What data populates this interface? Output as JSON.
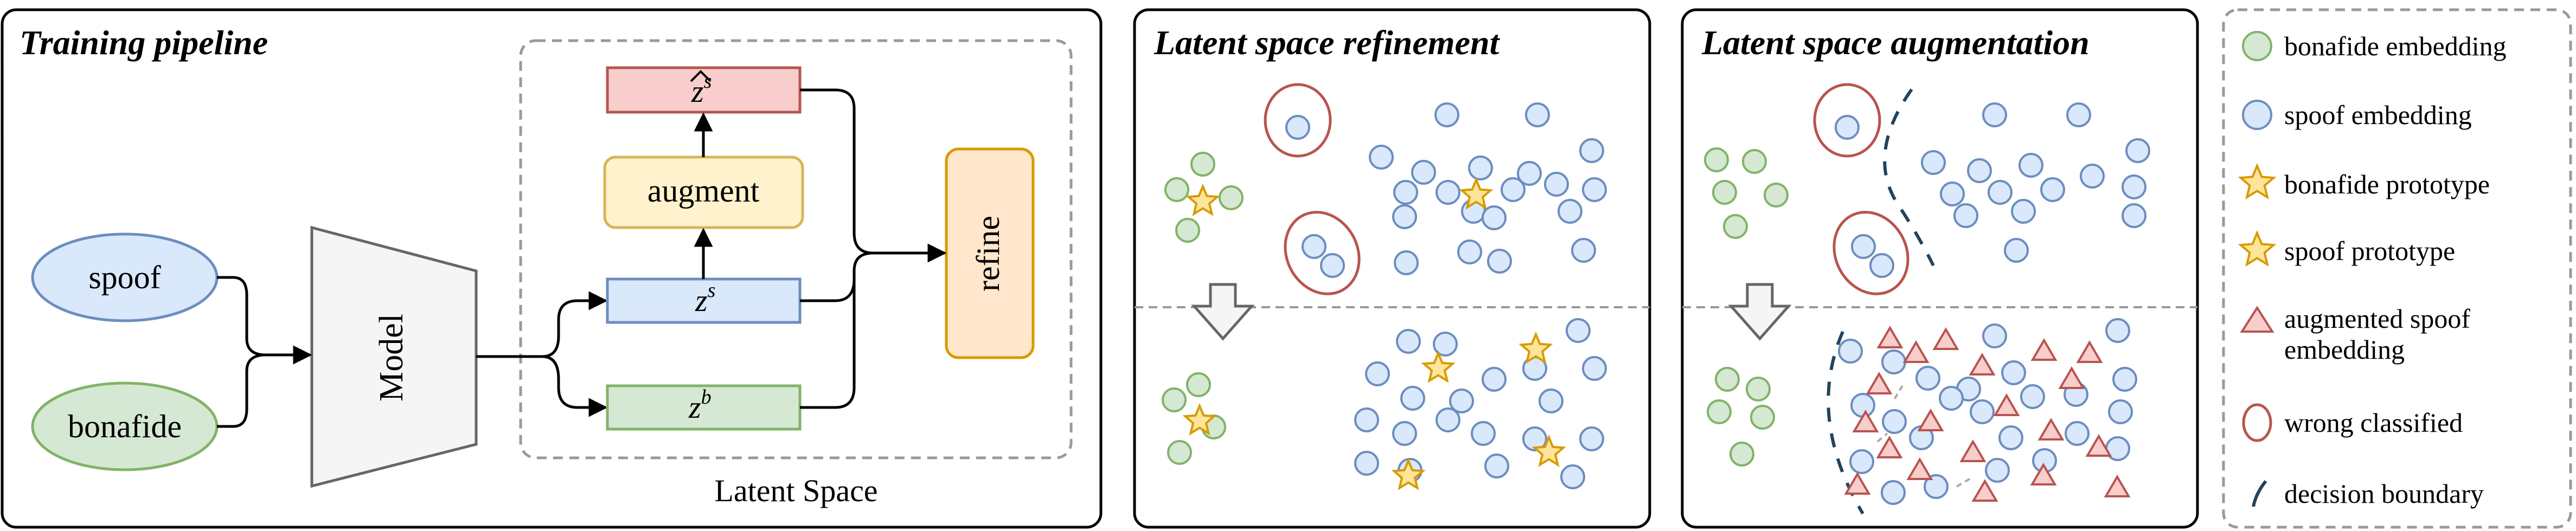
{
  "training": {
    "title": "Training pipeline",
    "input_spoof": "spoof",
    "input_bonafide": "bonafide",
    "model": "Model",
    "augment": "augment",
    "refine": "refine",
    "latent_space": "Latent Space",
    "z_hat_s": "s",
    "z_s": "s",
    "z_b": "b",
    "z_symbol": "z"
  },
  "refinement": {
    "title": "Latent space refinement"
  },
  "augmentation": {
    "title": "Latent space augmentation"
  },
  "legend": {
    "bonafide_embedding": "bonafide embedding",
    "spoof_embedding": "spoof embedding",
    "bonafide_prototype": "bonafide prototype",
    "spoof_prototype": "spoof prototype",
    "augmented_line1": "augmented spoof",
    "augmented_line2": "embedding",
    "wrong_classified": "wrong classified",
    "decision_boundary": "decision boundary"
  },
  "colors": {
    "bonafide_fill": "#d5e8d4",
    "bonafide_stroke": "#82b366",
    "spoof_fill": "#dae8fc",
    "spoof_stroke": "#6c8ebf",
    "augment_fill": "#fff2cc",
    "augment_stroke": "#d6b656",
    "refine_fill": "#ffe6cc",
    "refine_stroke": "#d79b00",
    "zhat_fill": "#f8cecc",
    "zhat_stroke": "#b85450",
    "model_fill": "#f5f5f5",
    "model_stroke": "#666666",
    "wrong_stroke": "#b85450",
    "boundary_stroke": "#23445d",
    "star_fill": "#ffe599",
    "star_stroke": "#d79b00",
    "triangle_fill": "#f8cecc",
    "triangle_stroke": "#b85450"
  }
}
